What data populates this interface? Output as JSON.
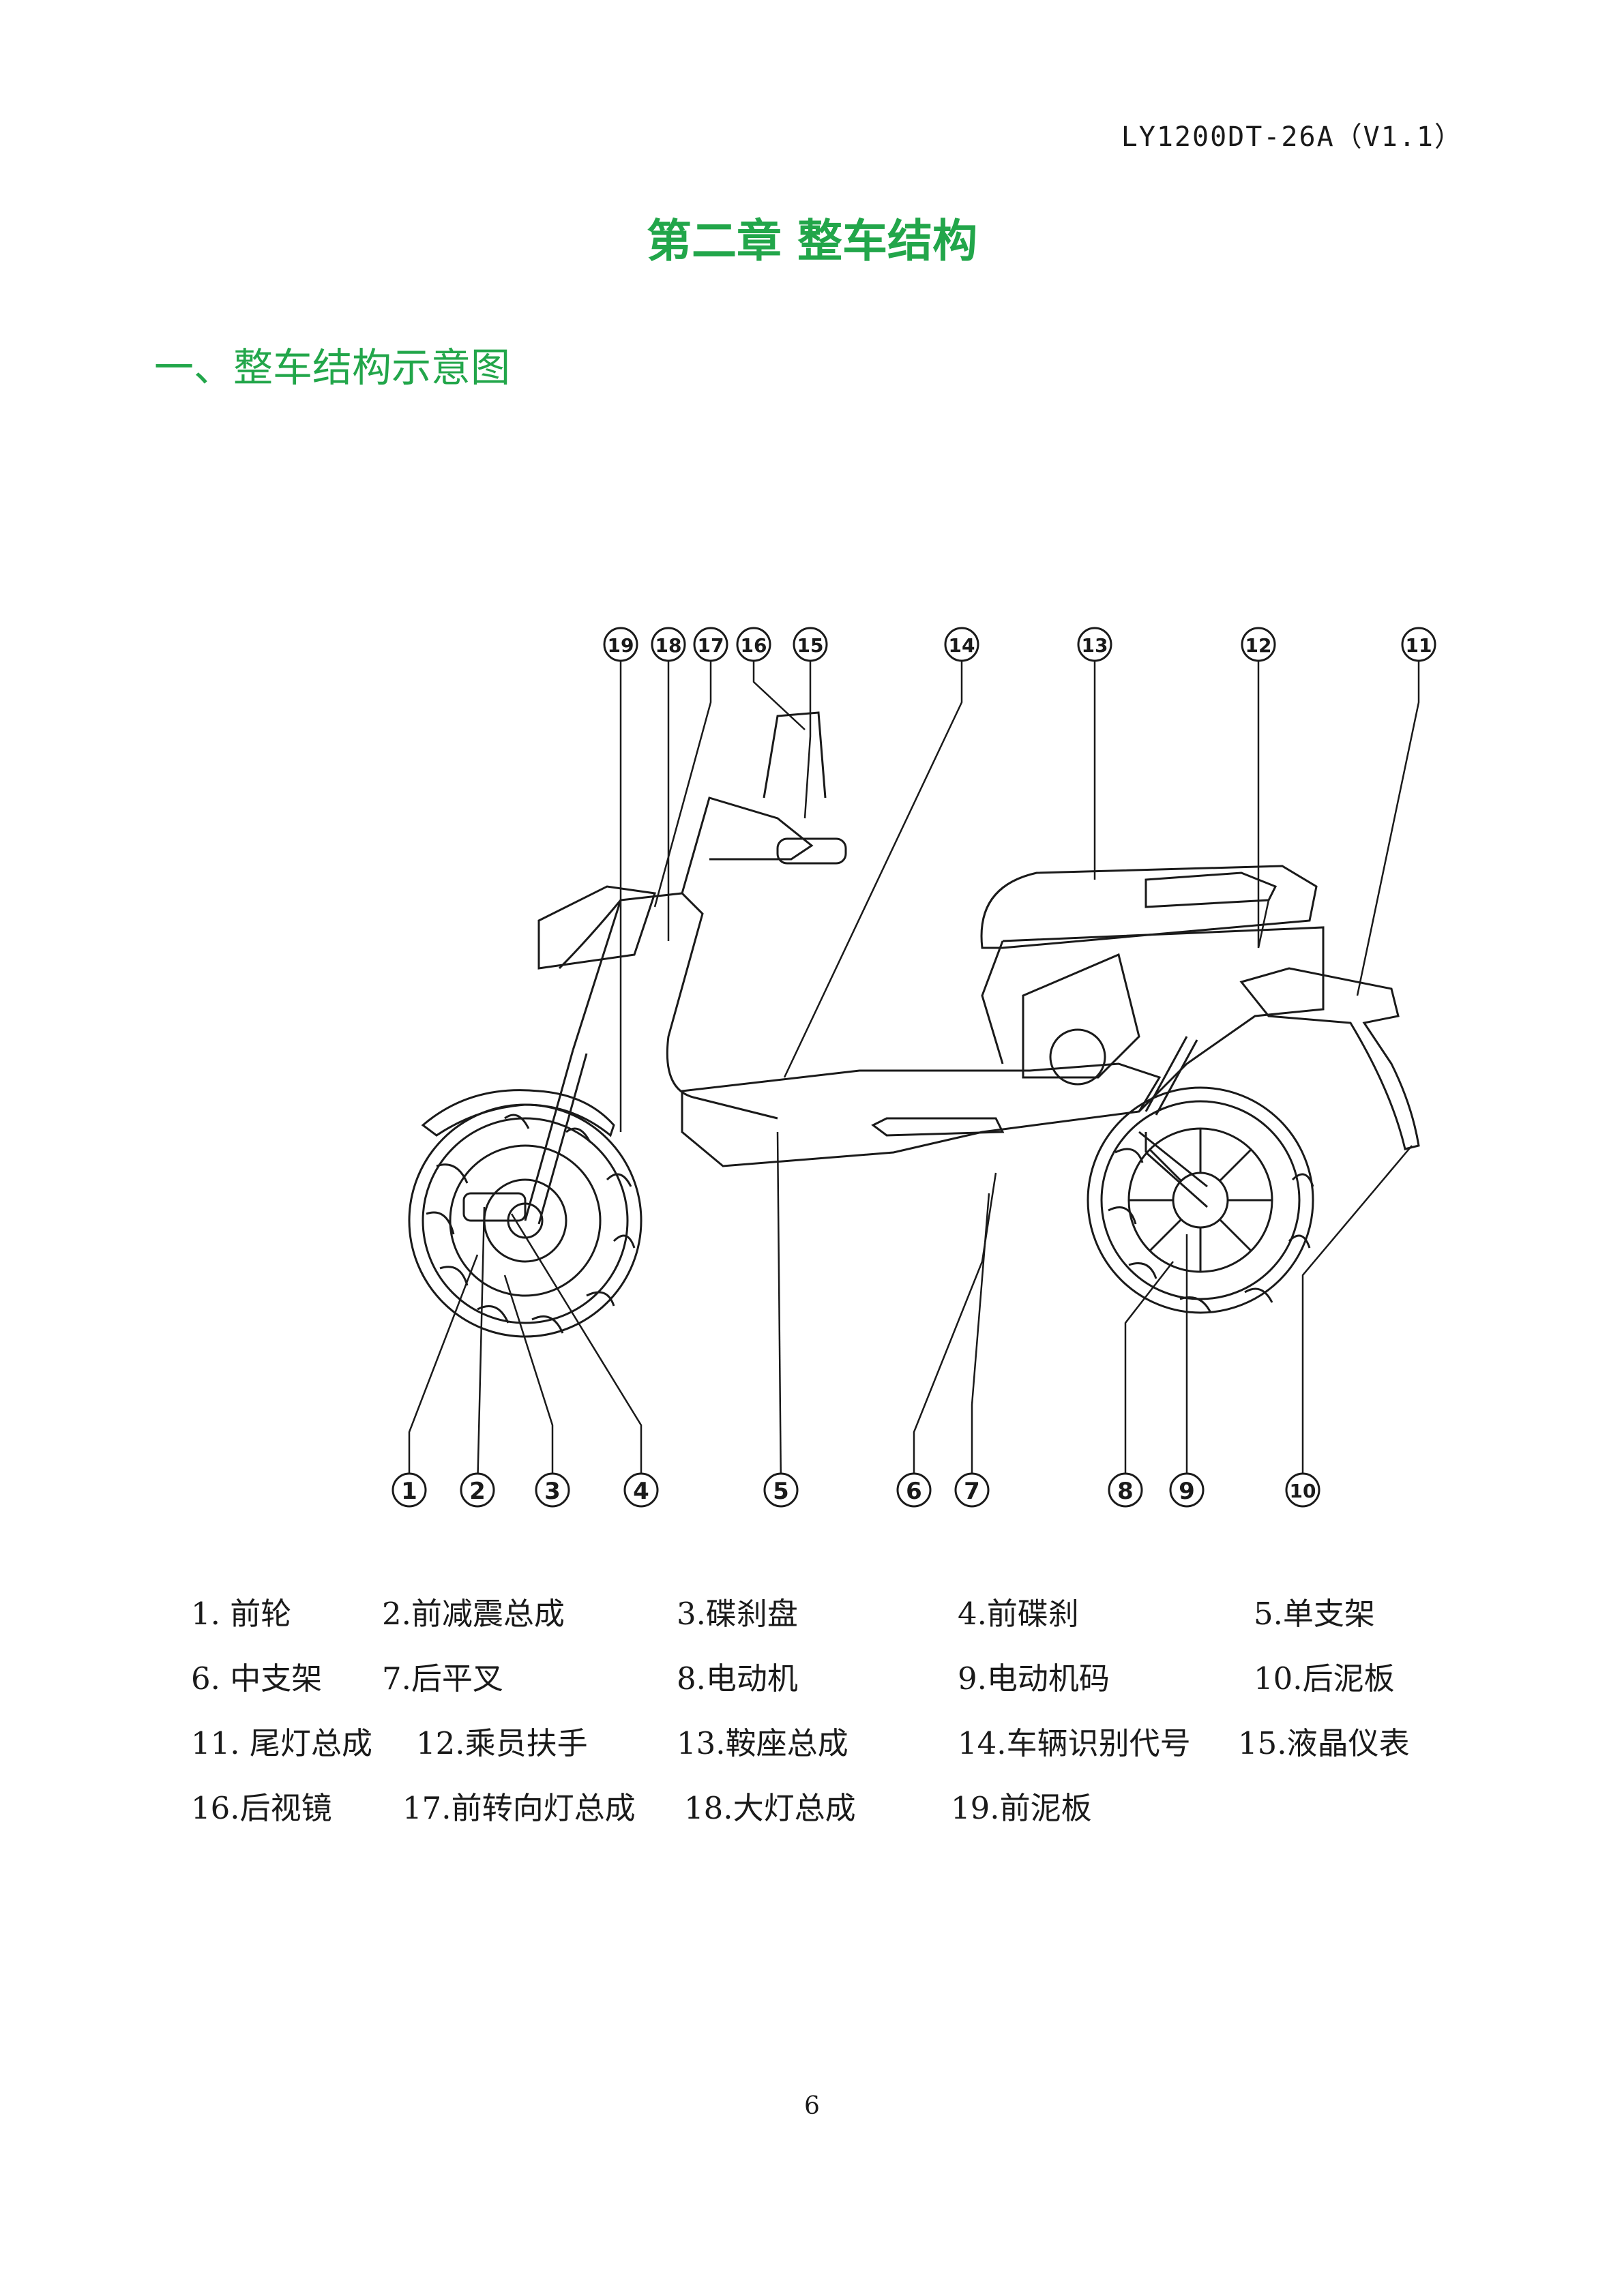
{
  "header": {
    "doc_code": "LY1200DT-26A（V1.1）"
  },
  "chapter": {
    "title": "第二章  整车结构"
  },
  "section": {
    "title": "一、整车结构示意图"
  },
  "diagram": {
    "callouts": [
      "1",
      "2",
      "3",
      "4",
      "5",
      "6",
      "7",
      "8",
      "9",
      "10",
      "11",
      "12",
      "13",
      "14",
      "15",
      "16",
      "17",
      "18",
      "19"
    ]
  },
  "legend": [
    [
      "1. 前轮",
      "2.前减震总成",
      "3.碟刹盘",
      "4.前碟刹",
      "5.单支架"
    ],
    [
      "6. 中支架",
      "7.后平叉",
      "8.电动机",
      "9.电动机码",
      "10.后泥板"
    ],
    [
      "11. 尾灯总成",
      "12.乘员扶手",
      "13.鞍座总成",
      "14.车辆识别代号",
      "15.液晶仪表"
    ],
    [
      "16.后视镜",
      "17.前转向灯总成",
      "18.大灯总成",
      "19.前泥板"
    ]
  ],
  "footer": {
    "page_number": "6"
  },
  "colors": {
    "heading_green": "#22a64a",
    "text": "#1a1a1a"
  }
}
